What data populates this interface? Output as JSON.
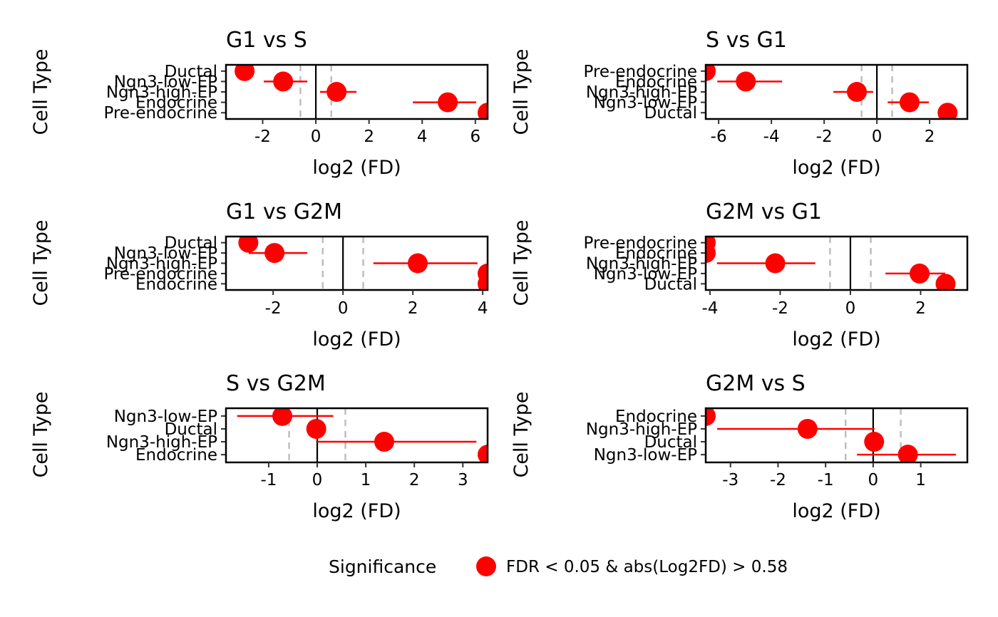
{
  "chart_data": [
    {
      "type": "scatter",
      "title": "G1 vs S",
      "xlabel": "log2 (FD)",
      "ylabel": "Cell Type",
      "xlim": [
        -3.38,
        6.46
      ],
      "xticks": [
        -2,
        0,
        2,
        4,
        6
      ],
      "threshold_lines": [
        -0.58,
        0.58
      ],
      "zero_line": 0,
      "categories": [
        "Ductal",
        "Ngn3-low-EP",
        "Ngn3-high-EP",
        "Endocrine",
        "Pre-endocrine"
      ],
      "points": [
        {
          "category": "Ductal",
          "value": -2.68,
          "ci": null,
          "significance": "FDR < 0.05 & abs(Log2FD) > 0.58"
        },
        {
          "category": "Ngn3-low-EP",
          "value": -1.23,
          "ci": [
            -1.96,
            -0.32
          ],
          "significance": "FDR < 0.05 & abs(Log2FD) > 0.58"
        },
        {
          "category": "Ngn3-high-EP",
          "value": 0.78,
          "ci": [
            0.16,
            1.53
          ],
          "significance": "FDR < 0.05 & abs(Log2FD) > 0.58"
        },
        {
          "category": "Endocrine",
          "value": 4.96,
          "ci": [
            3.65,
            6.03
          ],
          "significance": "FDR < 0.05 & abs(Log2FD) > 0.58"
        },
        {
          "category": "Pre-endocrine",
          "value": 6.46,
          "ci": null,
          "significance": "FDR < 0.05 & abs(Log2FD) > 0.58"
        }
      ]
    },
    {
      "type": "scatter",
      "title": "S vs G1",
      "xlabel": "log2 (FD)",
      "ylabel": "Cell Type",
      "xlim": [
        -6.49,
        3.43
      ],
      "xticks": [
        -6,
        -4,
        -2,
        0,
        2
      ],
      "threshold_lines": [
        -0.58,
        0.58
      ],
      "zero_line": 0,
      "categories": [
        "Pre-endocrine",
        "Endocrine",
        "Ngn3-high-EP",
        "Ngn3-low-EP",
        "Ductal"
      ],
      "points": [
        {
          "category": "Pre-endocrine",
          "value": -6.49,
          "ci": null,
          "significance": "FDR < 0.05 & abs(Log2FD) > 0.58"
        },
        {
          "category": "Endocrine",
          "value": -4.97,
          "ci": [
            -6.05,
            -3.59
          ],
          "significance": "FDR < 0.05 & abs(Log2FD) > 0.58"
        },
        {
          "category": "Ngn3-high-EP",
          "value": -0.76,
          "ci": [
            -1.65,
            -0.14
          ],
          "significance": "FDR < 0.05 & abs(Log2FD) > 0.58"
        },
        {
          "category": "Ngn3-low-EP",
          "value": 1.24,
          "ci": [
            0.41,
            1.97
          ],
          "significance": "FDR < 0.05 & abs(Log2FD) > 0.58"
        },
        {
          "category": "Ductal",
          "value": 2.68,
          "ci": null,
          "significance": "FDR < 0.05 & abs(Log2FD) > 0.58"
        }
      ]
    },
    {
      "type": "scatter",
      "title": "G1 vs G2M",
      "xlabel": "log2 (FD)",
      "ylabel": "Cell Type",
      "xlim": [
        -3.35,
        4.14
      ],
      "xticks": [
        -2,
        0,
        2,
        4
      ],
      "threshold_lines": [
        -0.58,
        0.58
      ],
      "zero_line": 0,
      "categories": [
        "Ductal",
        "Ngn3-low-EP",
        "Ngn3-high-EP",
        "Pre-endocrine",
        "Endocrine"
      ],
      "points": [
        {
          "category": "Ductal",
          "value": -2.71,
          "ci": null,
          "significance": "FDR < 0.05 & abs(Log2FD) > 0.58"
        },
        {
          "category": "Ngn3-low-EP",
          "value": -1.96,
          "ci": [
            -2.7,
            -1.02
          ],
          "significance": "FDR < 0.05 & abs(Log2FD) > 0.58"
        },
        {
          "category": "Ngn3-high-EP",
          "value": 2.14,
          "ci": [
            0.87,
            3.85
          ],
          "significance": "FDR < 0.05 & abs(Log2FD) > 0.58"
        },
        {
          "category": "Pre-endocrine",
          "value": 4.14,
          "ci": null,
          "significance": "FDR < 0.05 & abs(Log2FD) > 0.58"
        },
        {
          "category": "Endocrine",
          "value": 4.14,
          "ci": null,
          "significance": "FDR < 0.05 & abs(Log2FD) > 0.58"
        }
      ]
    },
    {
      "type": "scatter",
      "title": "G2M vs G1",
      "xlabel": "log2 (FD)",
      "ylabel": "Cell Type",
      "xlim": [
        -4.12,
        3.33
      ],
      "xticks": [
        -4,
        -2,
        0,
        2
      ],
      "threshold_lines": [
        -0.58,
        0.58
      ],
      "zero_line": 0,
      "categories": [
        "Pre-endocrine",
        "Endocrine",
        "Ngn3-high-EP",
        "Ngn3-low-EP",
        "Ductal"
      ],
      "points": [
        {
          "category": "Pre-endocrine",
          "value": -4.12,
          "ci": null,
          "significance": "FDR < 0.05 & abs(Log2FD) > 0.58"
        },
        {
          "category": "Endocrine",
          "value": -4.12,
          "ci": null,
          "significance": "FDR < 0.05 & abs(Log2FD) > 0.58"
        },
        {
          "category": "Ngn3-high-EP",
          "value": -2.14,
          "ci": [
            -3.8,
            -1.0
          ],
          "significance": "FDR < 0.05 & abs(Log2FD) > 0.58"
        },
        {
          "category": "Ngn3-low-EP",
          "value": 1.97,
          "ci": [
            1.0,
            2.7
          ],
          "significance": "FDR < 0.05 & abs(Log2FD) > 0.58"
        },
        {
          "category": "Ductal",
          "value": 2.71,
          "ci": null,
          "significance": "FDR < 0.05 & abs(Log2FD) > 0.58"
        }
      ]
    },
    {
      "type": "scatter",
      "title": "S vs G2M",
      "xlabel": "log2 (FD)",
      "ylabel": "Cell Type",
      "xlim": [
        -1.88,
        3.51
      ],
      "xticks": [
        -1,
        0,
        1,
        2,
        3
      ],
      "threshold_lines": [
        -0.58,
        0.58
      ],
      "zero_line": 0,
      "categories": [
        "Ngn3-low-EP",
        "Ductal",
        "Ngn3-high-EP",
        "Endocrine"
      ],
      "points": [
        {
          "category": "Ngn3-low-EP",
          "value": -0.72,
          "ci": [
            -1.65,
            0.33
          ],
          "significance": "FDR < 0.05 & abs(Log2FD) > 0.58"
        },
        {
          "category": "Ductal",
          "value": -0.02,
          "ci": null,
          "significance": "FDR < 0.05 & abs(Log2FD) > 0.58"
        },
        {
          "category": "Ngn3-high-EP",
          "value": 1.38,
          "ci": [
            0.0,
            3.28
          ],
          "significance": "FDR < 0.05 & abs(Log2FD) > 0.58"
        },
        {
          "category": "Endocrine",
          "value": 3.51,
          "ci": null,
          "significance": "FDR < 0.05 & abs(Log2FD) > 0.58"
        }
      ]
    },
    {
      "type": "scatter",
      "title": "G2M vs S",
      "xlabel": "log2 (FD)",
      "ylabel": "Cell Type",
      "xlim": [
        -3.52,
        1.98
      ],
      "xticks": [
        -3,
        -2,
        -1,
        0,
        1
      ],
      "threshold_lines": [
        -0.58,
        0.58
      ],
      "zero_line": 0,
      "categories": [
        "Endocrine",
        "Ngn3-high-EP",
        "Ductal",
        "Ngn3-low-EP"
      ],
      "points": [
        {
          "category": "Endocrine",
          "value": -3.52,
          "ci": null,
          "significance": "FDR < 0.05 & abs(Log2FD) > 0.58"
        },
        {
          "category": "Ngn3-high-EP",
          "value": -1.38,
          "ci": [
            -3.28,
            0.03
          ],
          "significance": "FDR < 0.05 & abs(Log2FD) > 0.58"
        },
        {
          "category": "Ductal",
          "value": 0.02,
          "ci": null,
          "significance": "FDR < 0.05 & abs(Log2FD) > 0.58"
        },
        {
          "category": "Ngn3-low-EP",
          "value": 0.73,
          "ci": [
            -0.34,
            1.74
          ],
          "significance": "FDR < 0.05 & abs(Log2FD) > 0.58"
        }
      ]
    }
  ],
  "legend": {
    "title": "Significance",
    "placement": "bottom",
    "entries": [
      {
        "label": "FDR < 0.05 & abs(Log2FD) > 0.58",
        "color": "#ff0000"
      }
    ]
  },
  "colors": {
    "point": "#ff0000",
    "errorbar": "#ff0000",
    "zero_line": "#000000",
    "threshold_line": "#bebebe",
    "frame": "#000000"
  }
}
